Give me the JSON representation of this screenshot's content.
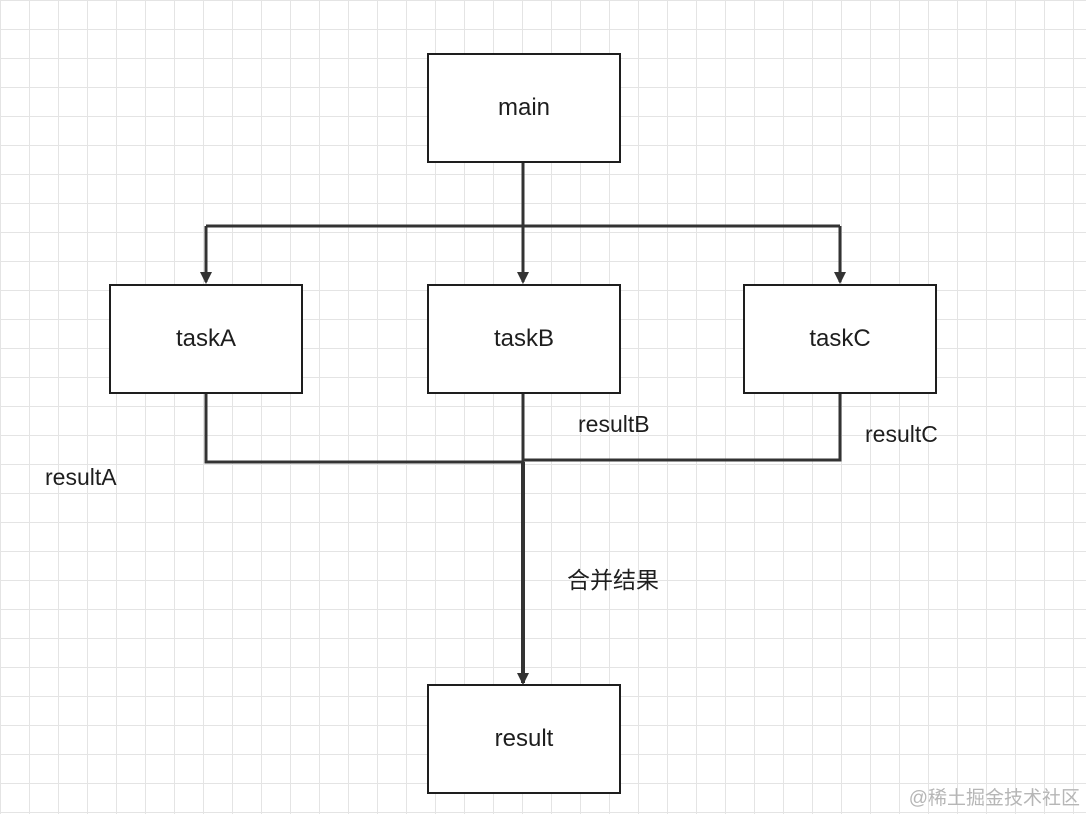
{
  "nodes": {
    "main": "main",
    "taskA": "taskA",
    "taskB": "taskB",
    "taskC": "taskC",
    "result": "result"
  },
  "edge_labels": {
    "resultA": "resultA",
    "resultB": "resultB",
    "resultC": "resultC",
    "merge": "合并结果"
  },
  "watermark": "@稀土掘金技术社区",
  "colors": {
    "line": "#333333",
    "box_border": "#1e1e1e",
    "grid": "#e4e4e4"
  }
}
